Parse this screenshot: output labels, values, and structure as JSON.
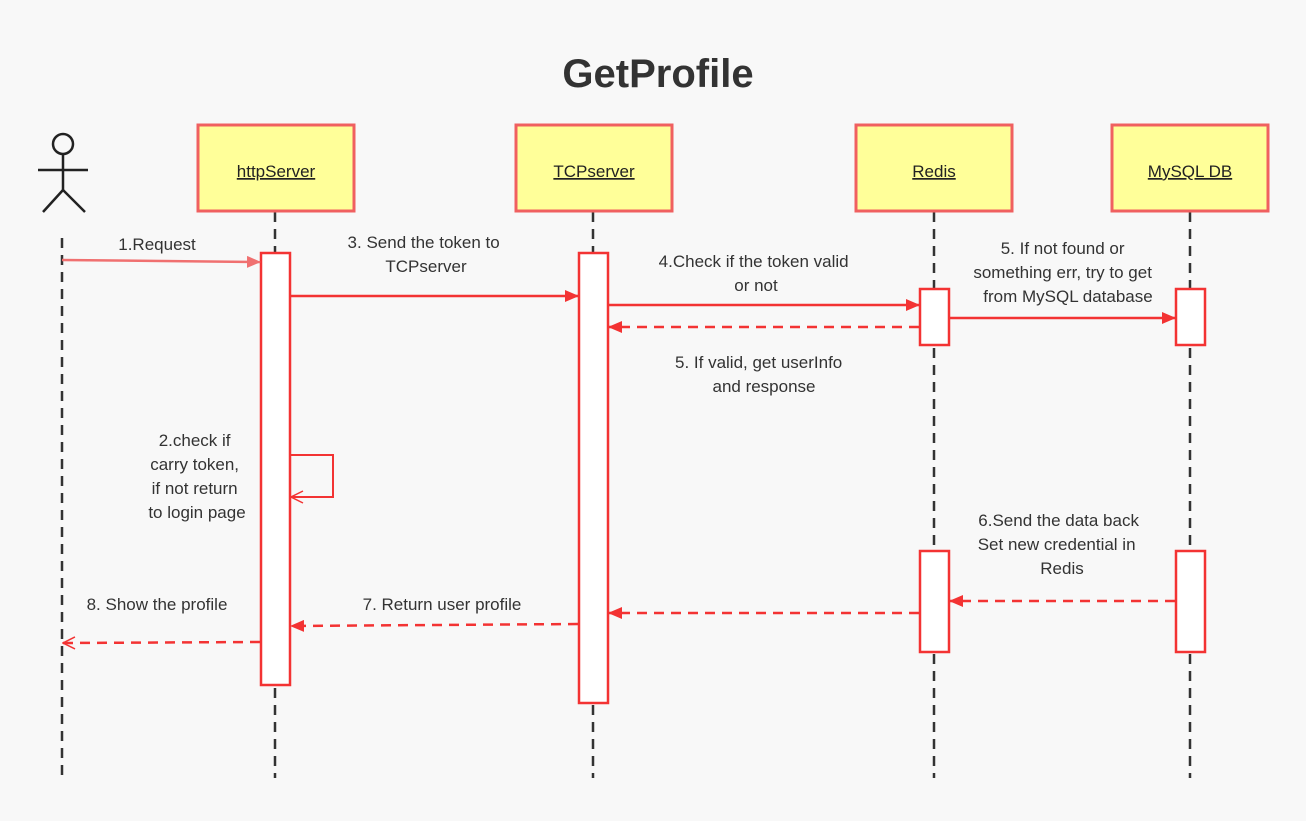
{
  "title": "GetProfile",
  "participants": [
    {
      "id": "user",
      "type": "actor",
      "label": ""
    },
    {
      "id": "http",
      "type": "box",
      "label": "httpServer"
    },
    {
      "id": "tcp",
      "type": "box",
      "label": "TCPserver"
    },
    {
      "id": "redis",
      "type": "box",
      "label": "Redis"
    },
    {
      "id": "mysql",
      "type": "box",
      "label": "MySQL DB"
    }
  ],
  "messages": [
    {
      "id": "m1",
      "from": "user",
      "to": "http",
      "style": "solid",
      "lines": [
        "1.Request"
      ]
    },
    {
      "id": "m2",
      "from": "http",
      "to": "http",
      "style": "self",
      "lines": [
        "2.check if",
        "carry token,",
        "if not return",
        "to login page"
      ]
    },
    {
      "id": "m3",
      "from": "http",
      "to": "tcp",
      "style": "solid",
      "lines": [
        "3. Send the token to",
        "TCPserver"
      ]
    },
    {
      "id": "m4",
      "from": "tcp",
      "to": "redis",
      "style": "solid",
      "lines": [
        "4.Check if the token valid",
        "or not"
      ]
    },
    {
      "id": "m5a",
      "from": "redis",
      "to": "tcp",
      "style": "dashed",
      "lines": [
        "5. If valid, get userInfo",
        "and response"
      ]
    },
    {
      "id": "m5b",
      "from": "redis",
      "to": "mysql",
      "style": "solid",
      "lines": [
        "5. If not found or",
        "something err, try to get",
        "from MySQL database"
      ]
    },
    {
      "id": "m6",
      "from": "mysql",
      "to": "redis",
      "style": "dashed",
      "lines": [
        "6.Send the data back",
        "Set new credential in",
        "Redis"
      ]
    },
    {
      "id": "m6b",
      "from": "redis",
      "to": "tcp",
      "style": "dashed",
      "lines": []
    },
    {
      "id": "m7",
      "from": "tcp",
      "to": "http",
      "style": "dashed",
      "lines": [
        "7. Return user profile"
      ]
    },
    {
      "id": "m8",
      "from": "http",
      "to": "user",
      "style": "dashed",
      "lines": [
        "8. Show the profile"
      ]
    }
  ],
  "colors": {
    "box_fill": "#ffff99",
    "box_border": "#f06060",
    "arrow": "#f33333",
    "arrow_light": "#f07070",
    "lifeline": "#333333",
    "activation_fill": "#ffffff",
    "text": "#333333"
  }
}
